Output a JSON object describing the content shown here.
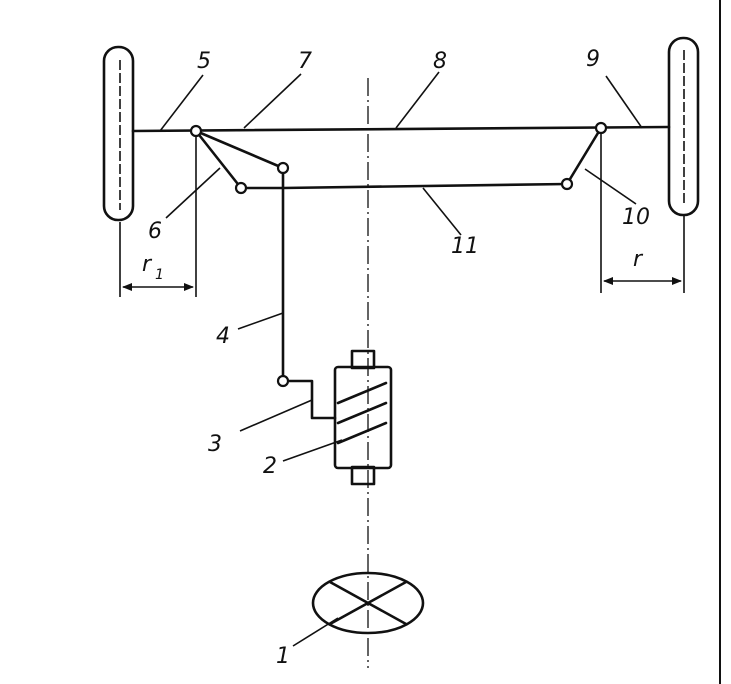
{
  "labels": {
    "n1": "1",
    "n2": "2",
    "n3": "3",
    "n4": "4",
    "n5": "5",
    "n6": "6",
    "n7": "7",
    "n8": "8",
    "n9": "9",
    "n10": "10",
    "n11": "11",
    "r1_main": "r",
    "r1_sub": "1",
    "r": "r"
  }
}
